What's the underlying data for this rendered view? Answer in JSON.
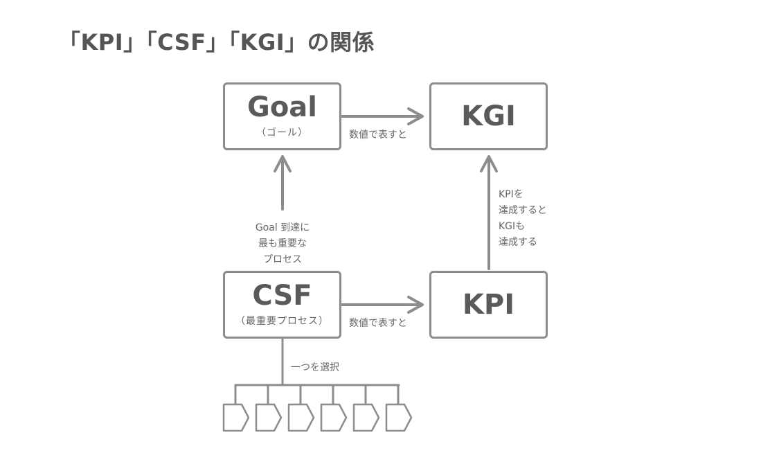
{
  "title": "「KPI」「CSF」「KGI」の関係",
  "boxes": {
    "goal": {
      "main": "Goal",
      "sub": "（ゴール）"
    },
    "kgi": {
      "main": "KGI"
    },
    "csf": {
      "main": "CSF",
      "sub": "（最重要プロセス）"
    },
    "kpi": {
      "main": "KPI"
    }
  },
  "labels": {
    "goal_to_kgi": "数値で表すと",
    "csf_to_kpi": "数値で表すと",
    "csf_to_goal": [
      "Goal 到達に",
      "最も重要な",
      "プロセス"
    ],
    "kpi_to_kgi": [
      "KPIを",
      "達成すると",
      "KGIも",
      "達成する"
    ],
    "select_one": "一つを選択"
  },
  "process_count": 6
}
